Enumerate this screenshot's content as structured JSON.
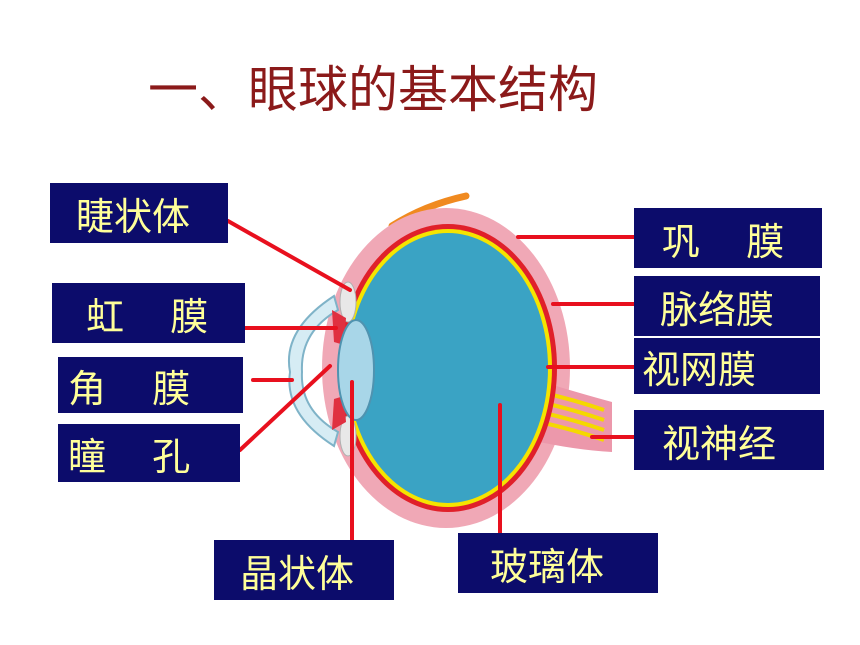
{
  "title": "一、眼球的基本结构",
  "labels": {
    "ciliary_body": "睫状体",
    "iris": "虹 膜",
    "cornea": "角 膜",
    "pupil": "瞳 孔",
    "sclera": "巩 膜",
    "choroid": "脉络膜",
    "retina": "视网膜",
    "optic_nerve": "视神经",
    "lens": "晶状体",
    "vitreous_body": "玻璃体"
  },
  "colors": {
    "title": "#8b1a1a",
    "label_background": "#0c0c6b",
    "label_text": "#ffff99",
    "pointer_line": "#e8101e",
    "vitreous": "#3aa3c4",
    "retina": "#f5e400",
    "choroid": "#e0202a",
    "sclera": "#f0a8b6"
  }
}
